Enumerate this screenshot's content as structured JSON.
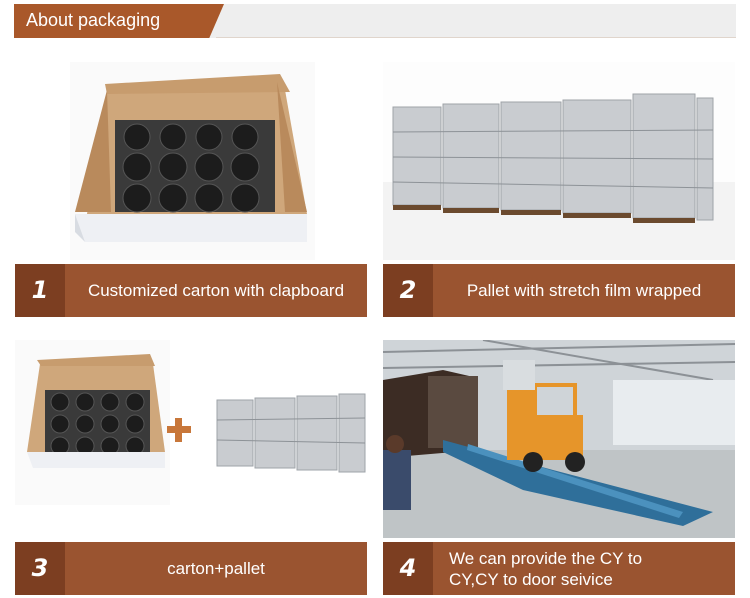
{
  "header": {
    "title": "About packaging"
  },
  "panels": [
    {
      "num": "1",
      "caption": "Customized carton with clapboard"
    },
    {
      "num": "2",
      "caption": "Pallet with stretch film wrapped"
    },
    {
      "num": "3",
      "caption": "carton+pallet"
    },
    {
      "num": "4",
      "caption_line1": "We can provide the CY to",
      "caption_line2": "CY,CY to door seivice"
    }
  ],
  "colors": {
    "caption_bg": "#9a5430",
    "number_bg": "#7c3e21",
    "header_tab": "#a9582a",
    "plus": "#c8773a"
  },
  "icons": [
    "plus-icon"
  ]
}
